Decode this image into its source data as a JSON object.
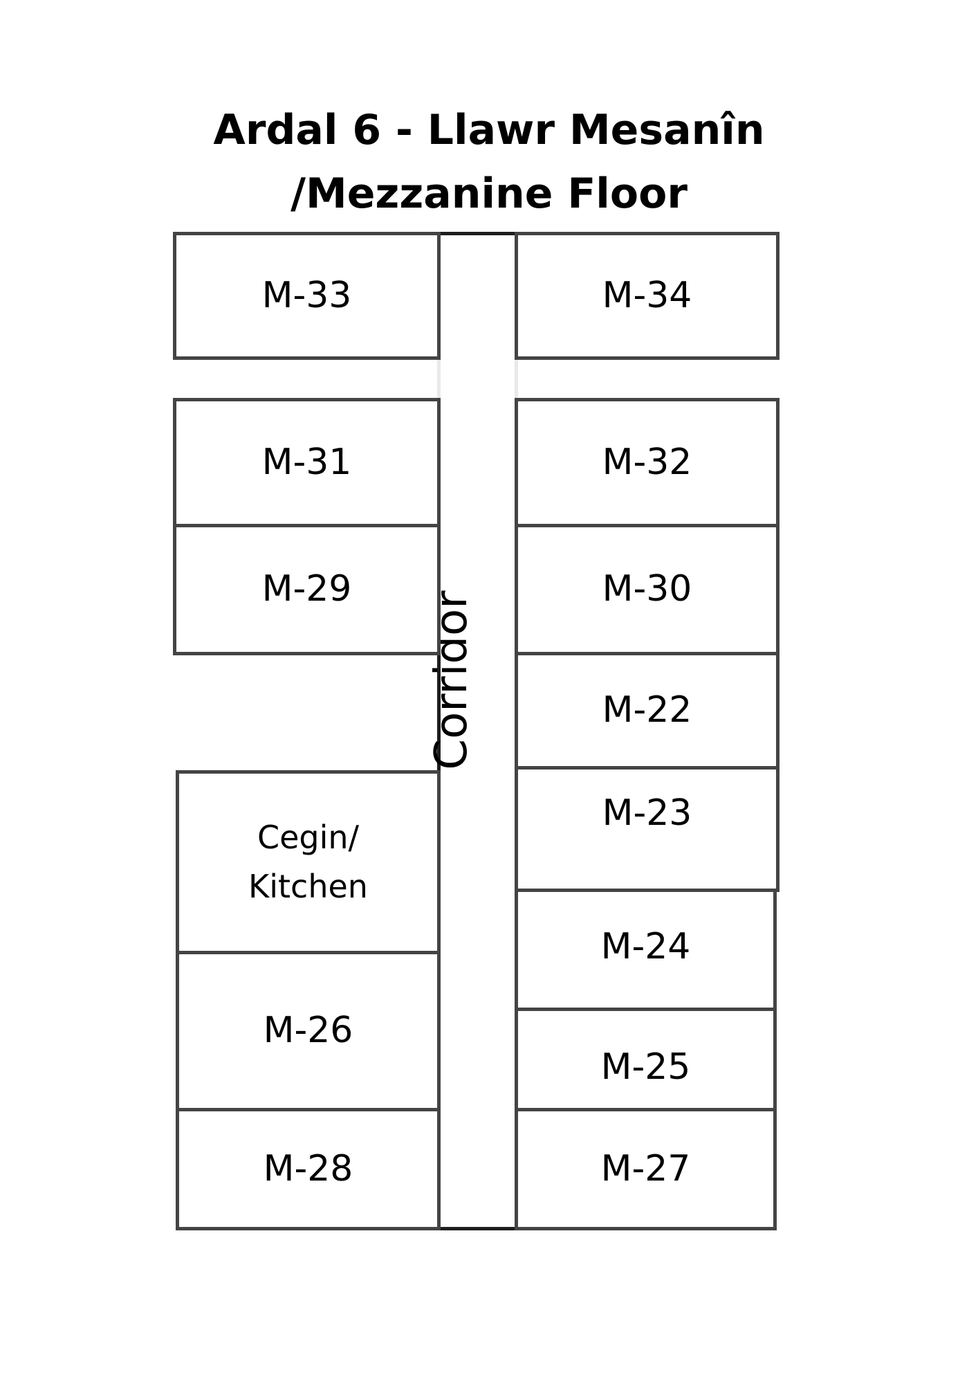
{
  "title": {
    "line1": "Ardal 6 - Llawr Mesanîn",
    "line2": "/Mezzanine Floor"
  },
  "corridor": {
    "label": "Corridor"
  },
  "rooms": {
    "m33": "M-33",
    "m34": "M-34",
    "m31": "M-31",
    "m32": "M-32",
    "m29": "M-29",
    "m30": "M-30",
    "m22": "M-22",
    "m23": "M-23",
    "m24": "M-24",
    "m25": "M-25",
    "m26": "M-26",
    "m27": "M-27",
    "m28": "M-28",
    "kitchen_line1": "Cegin/",
    "kitchen_line2": "Kitchen"
  }
}
